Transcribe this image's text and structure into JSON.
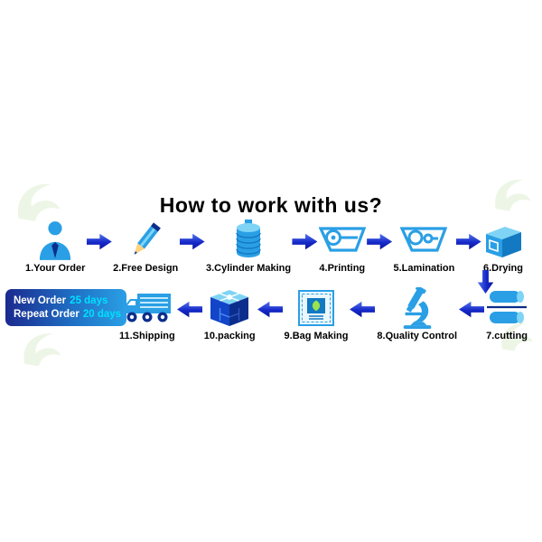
{
  "title": "How to work with us?",
  "badge": {
    "line1_label": "New Order",
    "line1_value": "25 days",
    "line2_label": "Repeat Order",
    "line2_value": "20 days"
  },
  "row1": [
    {
      "label": "1.Your Order",
      "icon": "person-icon"
    },
    {
      "label": "2.Free Design",
      "icon": "pencil-icon"
    },
    {
      "label": "3.Cylinder Making",
      "icon": "cylinder-icon"
    },
    {
      "label": "4.Printing",
      "icon": "printing-roller-icon"
    },
    {
      "label": "5.Lamination",
      "icon": "lamination-roller-icon"
    },
    {
      "label": "6.Drying",
      "icon": "drying-box-icon"
    }
  ],
  "row2": [
    {
      "label": "11.Shipping",
      "icon": "truck-icon"
    },
    {
      "label": "10.packing",
      "icon": "packing-cube-icon"
    },
    {
      "label": "9.Bag Making",
      "icon": "bag-icon"
    },
    {
      "label": "8.Quality Control",
      "icon": "microscope-icon"
    },
    {
      "label": "7.cutting",
      "icon": "cutting-rollers-icon"
    }
  ],
  "colors": {
    "arrow_blue": "#1528c8",
    "icon_cyan": "#2a9fe5",
    "icon_light_cyan": "#7fd4f5",
    "icon_dark_blue": "#0b2e8c",
    "badge_gradient_left": "#1b2a8f",
    "badge_gradient_right": "#2a9fe5",
    "badge_value_color": "#00e0ff",
    "title_color": "#000000",
    "watermark_green": "#7ac143"
  }
}
